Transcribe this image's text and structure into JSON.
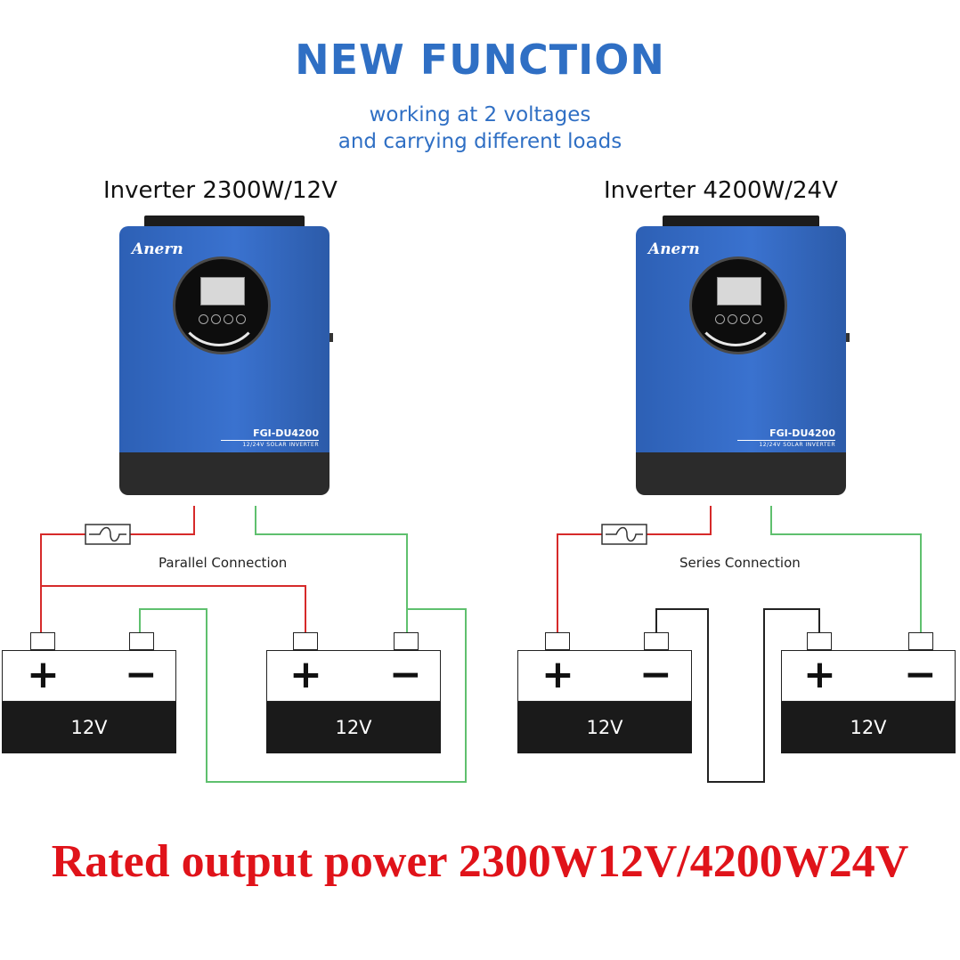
{
  "header": {
    "title": "NEW FUNCTION",
    "subtitle_line1": "working at 2 voltages",
    "subtitle_line2": "and carrying different loads"
  },
  "left": {
    "title": "Inverter 2300W/12V",
    "connection_label": "Parallel Connection",
    "inverter": {
      "logo": "Anern",
      "model": "FGI-DU4200",
      "model_sub": "12/24V SOLAR INVERTER"
    },
    "batteries": [
      {
        "plus": "+",
        "minus": "−",
        "voltage": "12V"
      },
      {
        "plus": "+",
        "minus": "−",
        "voltage": "12V"
      }
    ]
  },
  "right": {
    "title": "Inverter 4200W/24V",
    "connection_label": "Series Connection",
    "inverter": {
      "logo": "Anern",
      "model": "FGI-DU4200",
      "model_sub": "12/24V SOLAR INVERTER"
    },
    "batteries": [
      {
        "plus": "+",
        "minus": "−",
        "voltage": "12V"
      },
      {
        "plus": "+",
        "minus": "−",
        "voltage": "12V"
      }
    ]
  },
  "footer": {
    "rated": "Rated output power 2300W12V/4200W24V"
  },
  "colors": {
    "accent": "#2f6fc4",
    "positive_wire": "#d62a2a",
    "negative_wire": "#5fc06e",
    "footer_text": "#e0131a",
    "inverter_blue": "#3a72cf"
  }
}
